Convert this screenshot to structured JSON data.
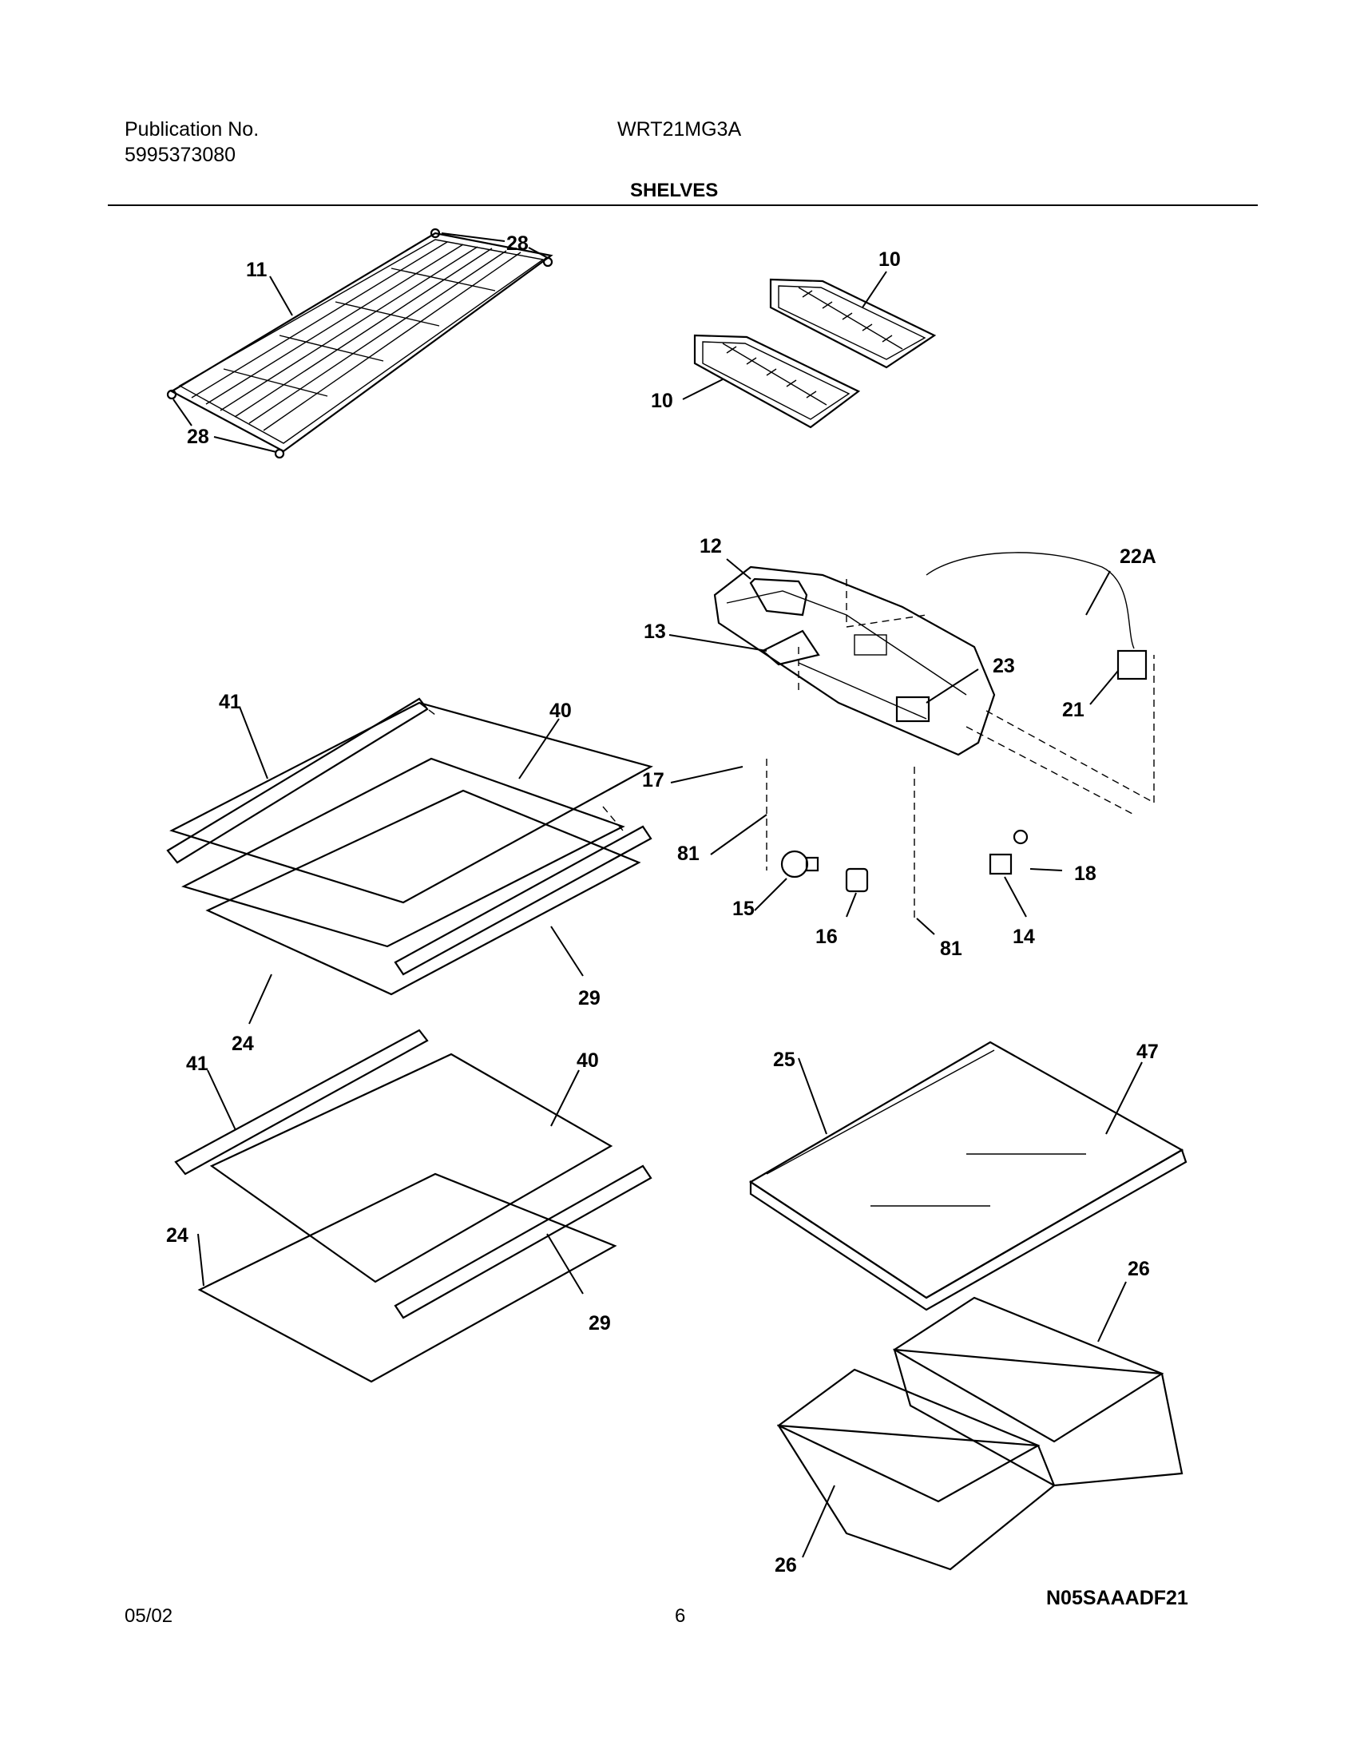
{
  "header": {
    "publication_label": "Publication No.",
    "publication_number": "5995373080",
    "model": "WRT21MG3A",
    "section_title": "SHELVES"
  },
  "footer": {
    "date": "05/02",
    "page_number": "6",
    "drawing_code": "N05SAAADF21"
  },
  "callouts": {
    "c28a": "28",
    "c11": "11",
    "c28b": "28",
    "c10a": "10",
    "c10b": "10",
    "c12": "12",
    "c22A": "22A",
    "c13": "13",
    "c23": "23",
    "c21": "21",
    "c17": "17",
    "c81a": "81",
    "c18": "18",
    "c15": "15",
    "c16": "16",
    "c81b": "81",
    "c14": "14",
    "c41a": "41",
    "c40a": "40",
    "c29a": "29",
    "c24a": "24",
    "c41b": "41",
    "c40b": "40",
    "c24b": "24",
    "c29b": "29",
    "c25": "25",
    "c47": "47",
    "c26a": "26",
    "c26b": "26"
  }
}
